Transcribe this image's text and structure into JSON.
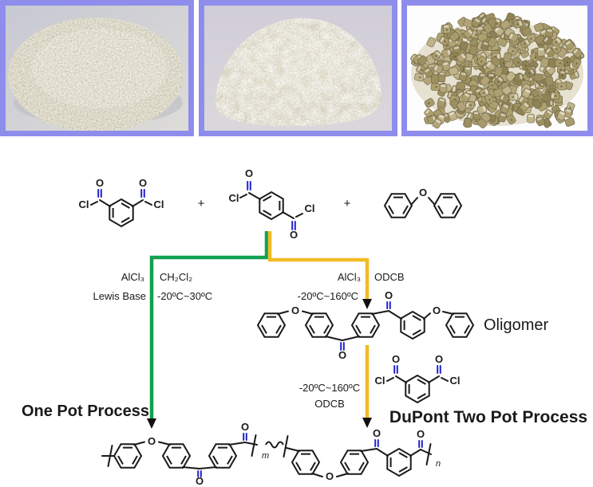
{
  "reaction": {
    "plus": "+",
    "oligomer_label": "Oligomer",
    "one_pot_label": "One Pot Process",
    "two_pot_label": "DuPont Two Pot Process",
    "one_pot_conditions": {
      "reagent": "AlCl₃",
      "solvent": "CH₂Cl₂",
      "base": "Lewis Base",
      "temperature": "-20ºC~30ºC"
    },
    "two_pot_step1_conditions": {
      "reagent": "AlCl₃",
      "solvent": "ODCB",
      "temperature": "-20ºC~160ºC"
    },
    "two_pot_step2_conditions": {
      "temperature": "-20ºC~160ºC",
      "solvent": "ODCB"
    },
    "atoms": {
      "chlorine": "Cl",
      "oxygen": "O"
    },
    "subscripts": {
      "m": "m",
      "n": "n"
    }
  },
  "colors": {
    "green": "#12a150",
    "gold": "#f2bb25",
    "carbonyl_blue": "#2222cc",
    "ether_red": "#e03030",
    "structure_black": "#1a1a1a",
    "frame_purple": "#8f8dec"
  }
}
